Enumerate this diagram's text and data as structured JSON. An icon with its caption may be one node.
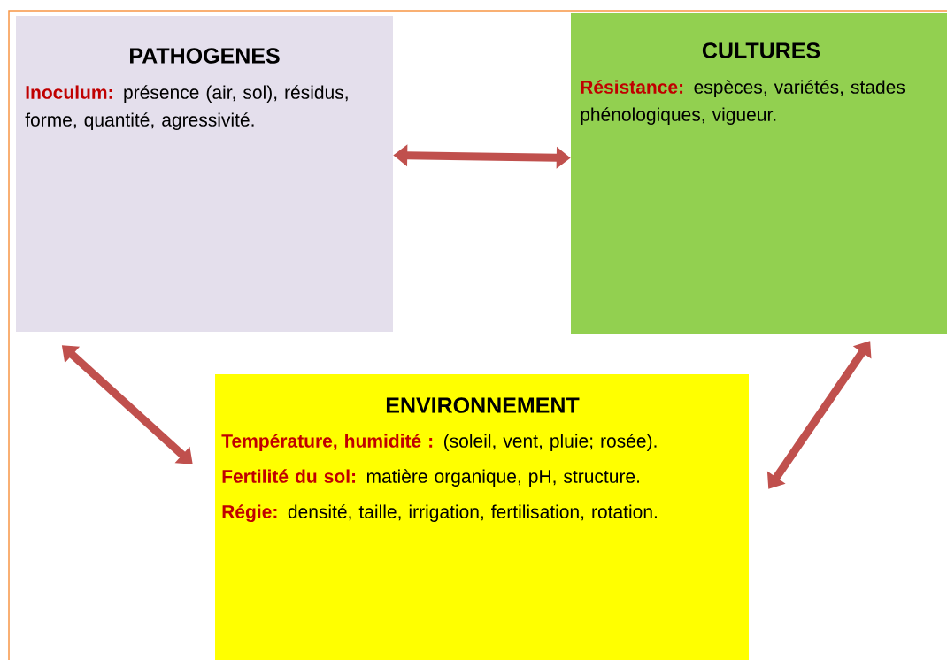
{
  "diagram": {
    "nodes": [
      {
        "text": [
          "PATHOGENES",
          "Inoculum:",
          "présence (air, sol), résidus, forme, quantité, agressivité."
        ]
      },
      {
        "text": [
          "CULTURES",
          "Résistance:",
          "espèces, variétés, stades phénologiques, vigueur."
        ]
      },
      {
        "text": [
          "ENVIRONNEMENT",
          "Température, humidité :",
          "(soleil, vent, pluie; rosée).",
          "Fertilité du sol:",
          "matière organique, pH, structure.",
          "Régie:",
          "densité, taille, irrigation, fertilisation, rotation."
        ]
      }
    ],
    "edges": [
      {
        "from": 0,
        "to": 1,
        "arrow": "both"
      },
      {
        "from": 0,
        "to": 2,
        "arrow": "both"
      },
      {
        "from": 1,
        "to": 2,
        "arrow": "both"
      }
    ]
  }
}
